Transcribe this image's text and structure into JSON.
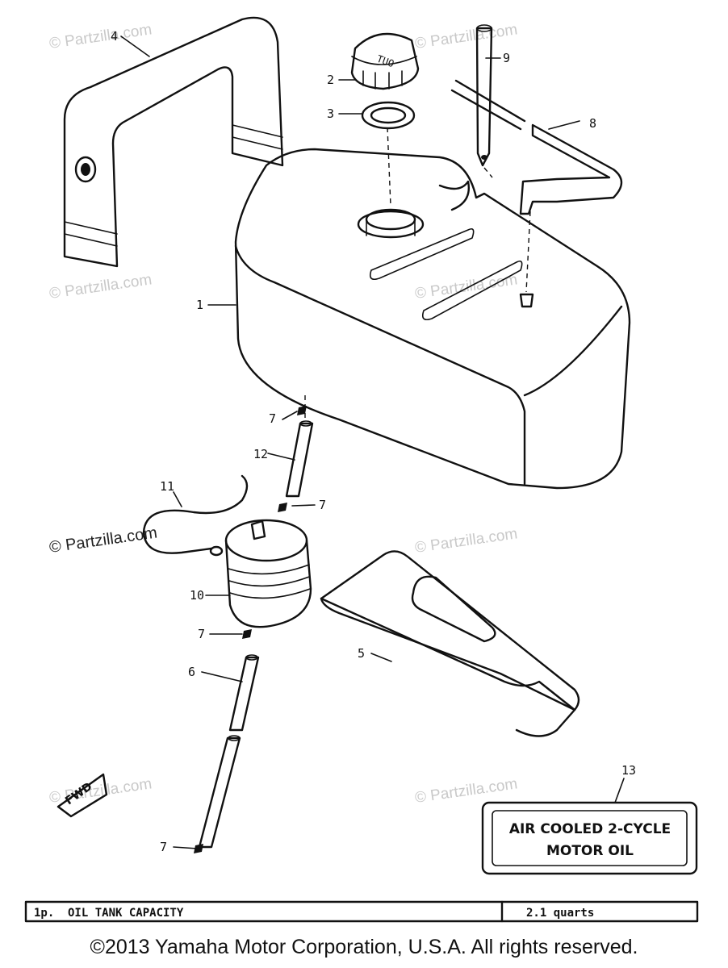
{
  "watermark": "© Partzilla.com",
  "callouts": {
    "c1": "1",
    "c2": "2",
    "c3": "3",
    "c4": "4",
    "c5": "5",
    "c6": "6",
    "c7": "7",
    "c8": "8",
    "c9": "9",
    "c10": "10",
    "c11": "11",
    "c12": "12",
    "c13": "13"
  },
  "cap_text": "TUO",
  "label_13": {
    "line1": "AIR COOLED 2-CYCLE",
    "line2": "MOTOR OIL"
  },
  "fwd_text": "FWD",
  "spec_bar": {
    "index": "1p.",
    "label": "OIL TANK CAPACITY",
    "value": "2.1 quarts"
  },
  "copyright": "©2013 Yamaha Motor Corporation, U.S.A. All rights reserved."
}
